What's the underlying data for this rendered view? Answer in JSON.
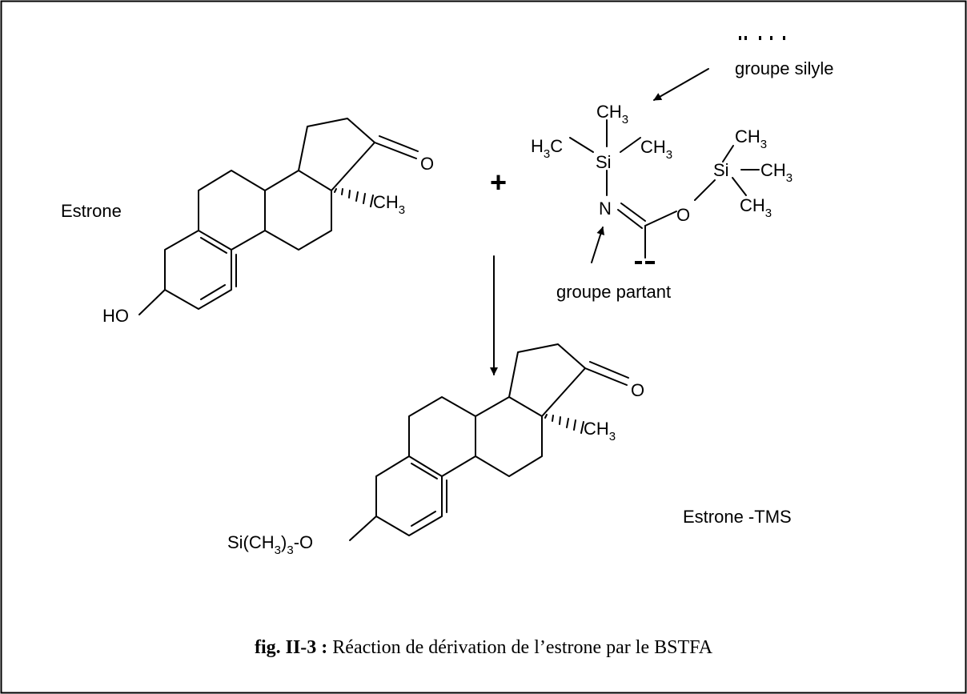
{
  "labels": {
    "estrone": "Estrone",
    "estrone_tms": "Estrone -TMS",
    "plus": "+",
    "groupe_silyle": "groupe silyle",
    "groupe_partant": "groupe partant"
  },
  "atoms": {
    "O": "O",
    "HO": "HO",
    "C": "C",
    "H": "H",
    "CH": "CH",
    "Si": "Si",
    "N": "N",
    "three": "3",
    "si_prefix": "Si(CH",
    "si_suffix": "-O"
  },
  "caption": {
    "number": "fig. II-3 :",
    "text": " Réaction de dérivation de l’estrone par le BSTFA"
  }
}
